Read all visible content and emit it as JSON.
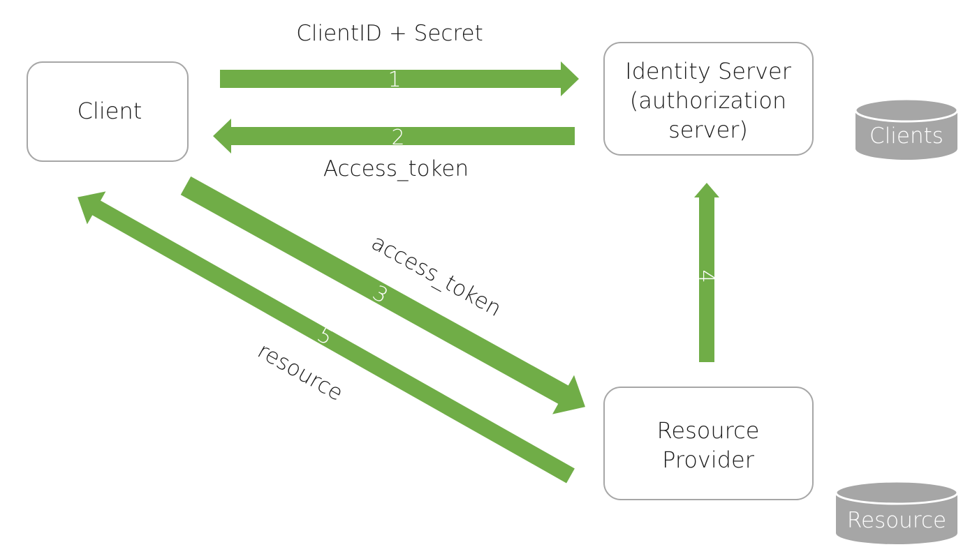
{
  "nodes": {
    "client": {
      "label": "Client"
    },
    "identity_server": {
      "lines": [
        "Identity Server",
        "(authorization",
        "server)"
      ]
    },
    "resource_provider": {
      "lines": [
        "Resource",
        "Provider"
      ]
    }
  },
  "datastores": {
    "clients": {
      "label": "Clients"
    },
    "resource": {
      "label": "Resource"
    }
  },
  "edges": [
    {
      "step": "1",
      "label": "ClientID + Secret",
      "from": "client",
      "to": "identity_server"
    },
    {
      "step": "2",
      "label": "Access_token",
      "from": "identity_server",
      "to": "client"
    },
    {
      "step": "3",
      "label": "access_token",
      "from": "client",
      "to": "resource_provider"
    },
    {
      "step": "4",
      "label": "",
      "from": "resource_provider",
      "to": "identity_server"
    },
    {
      "step": "5",
      "label": "resource",
      "from": "resource_provider",
      "to": "client"
    }
  ],
  "colors": {
    "arrow": "#70ad47",
    "box_border": "#a6a6a6",
    "datastore": "#a6a6a6",
    "text": "#1a1a1a"
  }
}
